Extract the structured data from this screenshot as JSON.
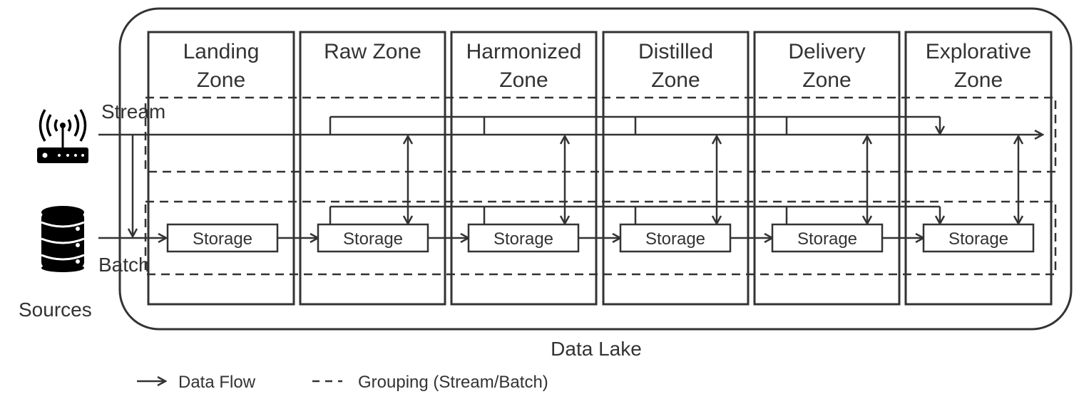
{
  "zones": [
    {
      "line1": "Landing",
      "line2": "Zone"
    },
    {
      "line1": "Raw Zone",
      "line2": ""
    },
    {
      "line1": "Harmonized",
      "line2": "Zone"
    },
    {
      "line1": "Distilled",
      "line2": "Zone"
    },
    {
      "line1": "Delivery",
      "line2": "Zone"
    },
    {
      "line1": "Explorative",
      "line2": "Zone"
    }
  ],
  "storage_label": "Storage",
  "sources": {
    "stream": "Stream",
    "batch": "Batch",
    "title": "Sources",
    "stream_icon": "wifi-router-icon",
    "batch_icon": "database-icon"
  },
  "lake_title": "Data Lake",
  "legend": {
    "flow": "Data Flow",
    "grouping": "Grouping (Stream/Batch)"
  },
  "colors": {
    "stroke": "#333333"
  }
}
